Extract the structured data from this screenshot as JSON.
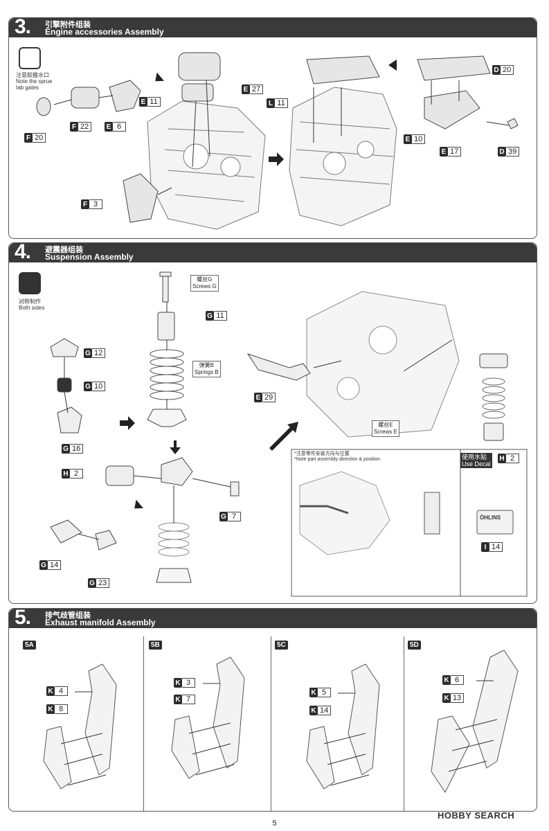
{
  "sections": {
    "s3": {
      "num": "3.",
      "cn": "引擎附件组装",
      "en": "Engine accessories Assembly",
      "note_cn": "注意胶箍水口",
      "note_en1": "Note the sprue",
      "note_en2": "tab gates",
      "parts": {
        "f20": {
          "letter": "F",
          "num": "20"
        },
        "f22": {
          "letter": "F",
          "num": "22"
        },
        "e6": {
          "letter": "E",
          "num": "6"
        },
        "e11": {
          "letter": "E",
          "num": "11"
        },
        "e27": {
          "letter": "E",
          "num": "27"
        },
        "f3": {
          "letter": "F",
          "num": "3"
        },
        "l11": {
          "letter": "L",
          "num": "11"
        },
        "e10": {
          "letter": "E",
          "num": "10"
        },
        "d20": {
          "letter": "D",
          "num": "20"
        },
        "e17": {
          "letter": "E",
          "num": "17"
        },
        "d39": {
          "letter": "D",
          "num": "39"
        }
      }
    },
    "s4": {
      "num": "4.",
      "cn": "避震器组装",
      "en": "Suspension Assembly",
      "note_cn": "对称制作",
      "note_en": "Both sides",
      "screws_g_cn": "螺丝G",
      "screws_g_en": "Screws G",
      "springs_b_cn": "弹簧B",
      "springs_b_en": "Springs B",
      "screws_e_cn": "螺丝E",
      "screws_e_en": "Screws E",
      "inset_note_cn": "*注意零件安装方向与位置",
      "inset_note_en": "*Note part assembly direction & position",
      "decal_cn": "使用水贴",
      "decal_en": "Use Decal",
      "decal_brand": "ÖHLINS",
      "parts": {
        "g11": {
          "letter": "G",
          "num": "11"
        },
        "g12": {
          "letter": "G",
          "num": "12"
        },
        "g10": {
          "letter": "G",
          "num": "10"
        },
        "g16": {
          "letter": "G",
          "num": "16"
        },
        "h2": {
          "letter": "H",
          "num": "2"
        },
        "g7": {
          "letter": "G",
          "num": "7"
        },
        "g14": {
          "letter": "G",
          "num": "14"
        },
        "g23": {
          "letter": "G",
          "num": "23"
        },
        "e29": {
          "letter": "E",
          "num": "29"
        },
        "h2b": {
          "letter": "H",
          "num": "2"
        },
        "i14": {
          "letter": "I",
          "num": "14"
        }
      }
    },
    "s5": {
      "num": "5.",
      "cn": "排气歧管组装",
      "en": "Exhaust manifold Assembly",
      "steps": [
        {
          "tag": "5A",
          "a": {
            "letter": "K",
            "num": "4"
          },
          "b": {
            "letter": "K",
            "num": "8"
          }
        },
        {
          "tag": "5B",
          "a": {
            "letter": "K",
            "num": "3"
          },
          "b": {
            "letter": "K",
            "num": "7"
          }
        },
        {
          "tag": "5C",
          "a": {
            "letter": "K",
            "num": "5"
          },
          "b": {
            "letter": "K",
            "num": "14"
          }
        },
        {
          "tag": "5D",
          "a": {
            "letter": "K",
            "num": "6"
          },
          "b": {
            "letter": "K",
            "num": "13"
          }
        }
      ]
    }
  },
  "page_number": "5",
  "watermark": "HOBBY SEARCH"
}
